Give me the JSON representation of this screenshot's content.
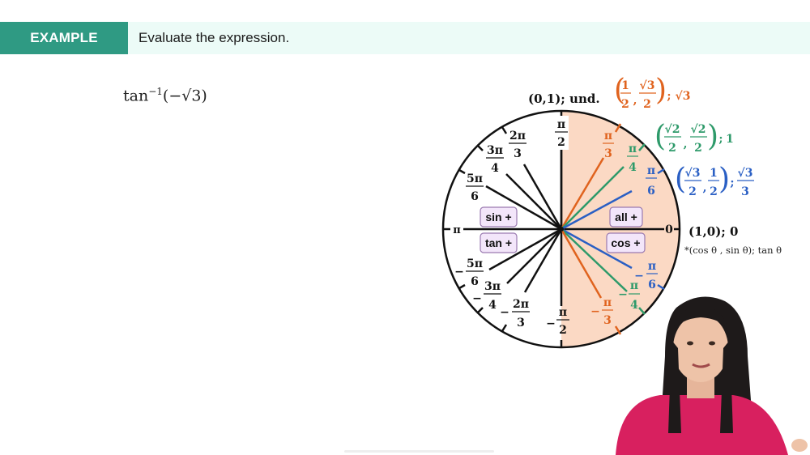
{
  "banner": {
    "badge_label": "EXAMPLE",
    "prompt": "Evaluate the expression."
  },
  "problem": {
    "func": "tan",
    "exponent": "−1",
    "argument": "(−√3)"
  },
  "unit_circle": {
    "colors": {
      "orange": "#e0631e",
      "green": "#2e9a6a",
      "blue": "#2a5fc4",
      "shade": "#fbd9c4",
      "quadrant_box": "#f3e6fa",
      "quadrant_border": "#9a7ab0"
    },
    "top_label": "(0,1); und.",
    "right_label": "(1,0);  0",
    "legend_note": "*(cos θ , sin θ);  tan θ",
    "left_label": "π",
    "zero_label": "0",
    "quadrants": {
      "q2": "sin +",
      "q1": "all +",
      "q3": "tan +",
      "q4": "cos +"
    },
    "angles": {
      "pi_over_2": {
        "num": "π",
        "den": "2"
      },
      "neg_pi_over_2": {
        "sign": "−",
        "num": "π",
        "den": "2"
      },
      "two_pi_3": {
        "num": "2π",
        "den": "3"
      },
      "three_pi_4": {
        "num": "3π",
        "den": "4"
      },
      "five_pi_6": {
        "num": "5π",
        "den": "6"
      },
      "neg_five_pi_6": {
        "sign": "−",
        "num": "5π",
        "den": "6"
      },
      "neg_three_pi_4": {
        "sign": "−",
        "num": "3π",
        "den": "4"
      },
      "neg_two_pi_3": {
        "sign": "−",
        "num": "2π",
        "den": "3"
      },
      "pi_3": {
        "num": "π",
        "den": "3"
      },
      "pi_4": {
        "num": "π",
        "den": "4"
      },
      "pi_6": {
        "num": "π",
        "den": "6"
      },
      "neg_pi_3": {
        "sign": "−",
        "num": "π",
        "den": "3"
      },
      "neg_pi_4": {
        "sign": "−",
        "num": "π",
        "den": "4"
      },
      "neg_pi_6": {
        "sign": "−",
        "num": "π",
        "den": "6"
      }
    },
    "points": {
      "pi_3": {
        "x_num": "1",
        "x_den": "2",
        "y_num": "√3",
        "y_den": "2",
        "tan": "√3"
      },
      "pi_4": {
        "x_num": "√2",
        "x_den": "2",
        "y_num": "√2",
        "y_den": "2",
        "tan": "1"
      },
      "pi_6": {
        "x_num": "√3",
        "x_den": "2",
        "y_num": "1",
        "y_den": "2",
        "tan_num": "√3",
        "tan_den": "3"
      }
    }
  },
  "presenter": {
    "label": "instructor video"
  }
}
